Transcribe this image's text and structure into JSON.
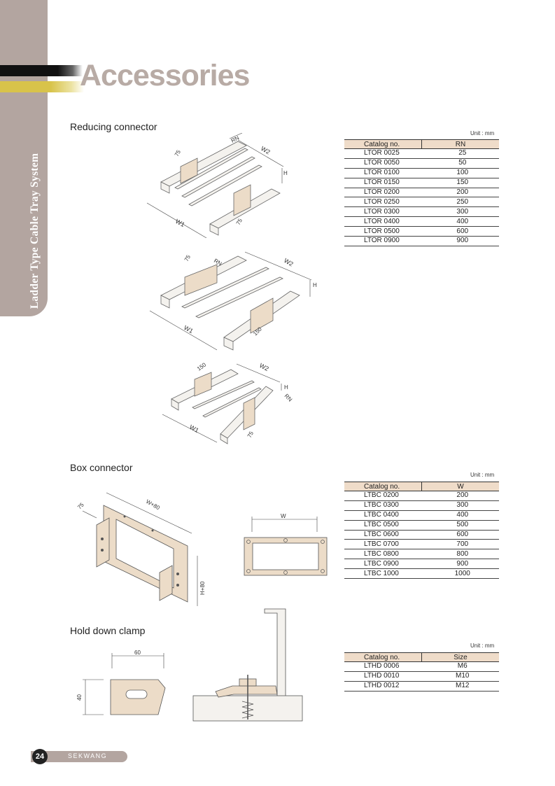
{
  "sidebar": {
    "title": "Ladder Type Cable Tray System"
  },
  "header": {
    "title": "Accessories"
  },
  "reducing": {
    "title": "Reducing connector",
    "unit": "Unit : mm",
    "headers": [
      "Catalog no.",
      "RN"
    ],
    "rows": [
      [
        "LTOR 0025",
        "25"
      ],
      [
        "LTOR 0050",
        "50"
      ],
      [
        "LTOR 0100",
        "100"
      ],
      [
        "LTOR 0150",
        "150"
      ],
      [
        "LTOR 0200",
        "200"
      ],
      [
        "LTOR 0250",
        "250"
      ],
      [
        "LTOR 0300",
        "300"
      ],
      [
        "LTOR 0400",
        "400"
      ],
      [
        "LTOR 0500",
        "600"
      ],
      [
        "LTOR 0900",
        "900"
      ]
    ],
    "fig_labels": {
      "w1": "W1",
      "w2": "W2",
      "rn": "RN",
      "h": "H",
      "d75": "75",
      "d150": "150"
    }
  },
  "box": {
    "title": "Box connector",
    "unit": "Unit : mm",
    "headers": [
      "Catalog no.",
      "W"
    ],
    "rows": [
      [
        "LTBC 0200",
        "200"
      ],
      [
        "LTBC 0300",
        "300"
      ],
      [
        "LTBC 0400",
        "400"
      ],
      [
        "LTBC 0500",
        "500"
      ],
      [
        "LTBC 0600",
        "600"
      ],
      [
        "LTBC 0700",
        "700"
      ],
      [
        "LTBC 0800",
        "800"
      ],
      [
        "LTBC 0900",
        "900"
      ],
      [
        "LTBC 1000",
        "1000"
      ]
    ],
    "fig_labels": {
      "w80": "W+80",
      "h80": "H+80",
      "d75": "75",
      "w": "W"
    }
  },
  "clamp": {
    "title": "Hold down clamp",
    "unit": "Unit : mm",
    "headers": [
      "Catalog no.",
      "Size"
    ],
    "rows": [
      [
        "LTHD 0006",
        "M6"
      ],
      [
        "LTHD 0010",
        "M10"
      ],
      [
        "LTHD 0012",
        "M12"
      ]
    ],
    "fig_labels": {
      "d60": "60",
      "d40": "40"
    }
  },
  "footer": {
    "page": "24",
    "brand": "SEKWANG"
  },
  "colors": {
    "sidebar": "#b3a5a0",
    "table_header": "#efdcc9",
    "plate": "#ecdcc8",
    "title": "#b8aba5"
  }
}
